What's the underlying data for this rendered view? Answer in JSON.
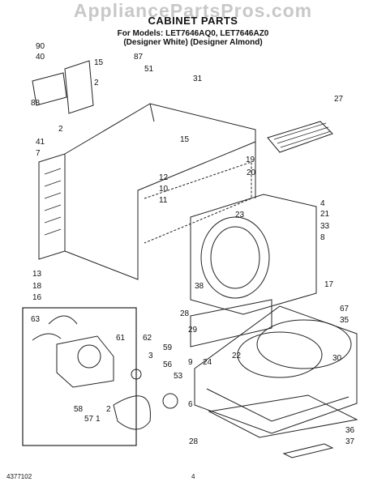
{
  "header": {
    "watermark": "AppliancePartsPros.com",
    "title": "CABINET PARTS",
    "models_line": "For Models: LET7646AQ0, LET7646AZ0",
    "designer_line": "(Designer White) (Designer Almond)"
  },
  "footer": {
    "doc_number": "4377102",
    "page_number": "4"
  },
  "callouts": [
    "90",
    "40",
    "88",
    "2",
    "41",
    "7",
    "15",
    "87",
    "51",
    "2",
    "31",
    "27",
    "15",
    "19",
    "20",
    "12",
    "10",
    "11",
    "4",
    "21",
    "33",
    "8",
    "23",
    "13",
    "18",
    "16",
    "38",
    "17",
    "28",
    "29",
    "67",
    "35",
    "63",
    "61",
    "62",
    "3",
    "59",
    "56",
    "53",
    "9",
    "24",
    "22",
    "30",
    "6",
    "58",
    "57",
    "1",
    "2",
    "36",
    "37",
    "28"
  ]
}
